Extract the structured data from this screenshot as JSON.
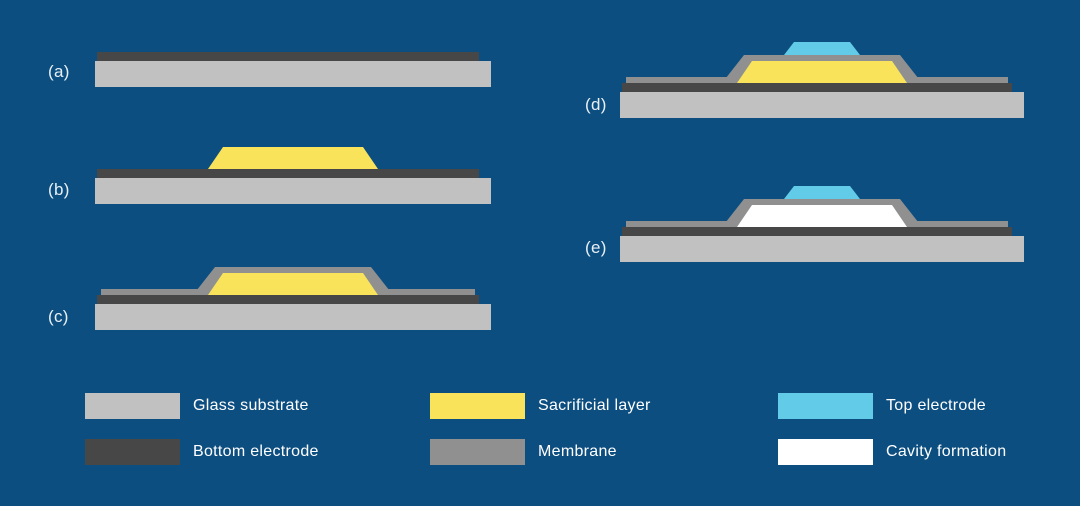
{
  "colors": {
    "page_background": "#0d4e80",
    "glass": "#c1c1c1",
    "bottom_electrode": "#474747",
    "sacrificial": "#f8e35b",
    "membrane": "#909090",
    "top_electrode": "#62cbe8",
    "cavity": "#ffffff",
    "label_text": "#e8f0f6",
    "legend_text": "#ffffff"
  },
  "steps": [
    {
      "label": "(a)",
      "layers": "glass substrate, bottom electrode"
    },
    {
      "label": "(b)",
      "layers": "glass substrate, bottom electrode, sacrificial layer"
    },
    {
      "label": "(c)",
      "layers": "glass substrate, bottom electrode, sacrificial layer, membrane"
    },
    {
      "label": "(d)",
      "layers": "glass substrate, bottom electrode, sacrificial layer, membrane, top electrode"
    },
    {
      "label": "(e)",
      "layers": "glass substrate, bottom electrode, cavity, membrane, top electrode"
    }
  ],
  "legend": {
    "items": [
      {
        "label": "Glass substrate",
        "color": "#c1c1c1"
      },
      {
        "label": "Bottom electrode",
        "color": "#474747"
      },
      {
        "label": "Sacrificial layer",
        "color": "#f8e35b"
      },
      {
        "label": "Membrane",
        "color": "#909090"
      },
      {
        "label": "Top electrode",
        "color": "#62cbe8"
      },
      {
        "label": "Cavity formation",
        "color": "#ffffff"
      }
    ]
  }
}
